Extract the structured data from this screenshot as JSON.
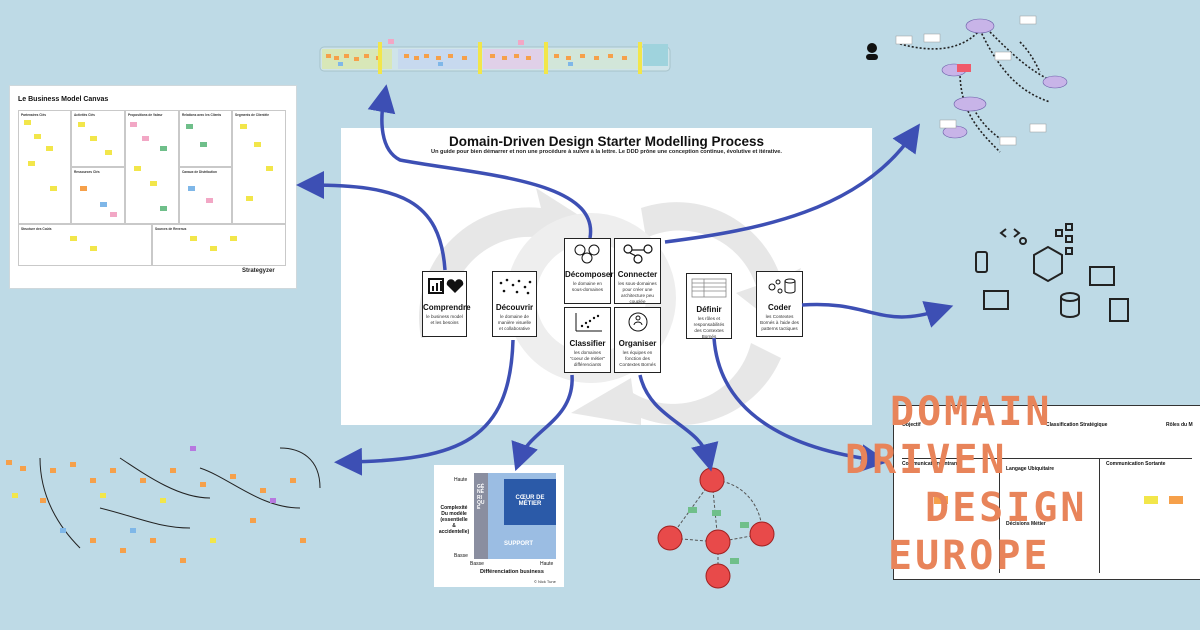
{
  "title": "Domain-Driven Design Starter Modelling Process",
  "subtitle": "Un guide pour bien démarrer et non une procédure à suivre à la lettre. Le DDD prône une conception continue, évolutive et itérative.",
  "steps": [
    {
      "title": "Comprendre",
      "desc": "le business model et les besoins",
      "icon": "chart-heart-icon"
    },
    {
      "title": "Découvrir",
      "desc": "le domaine de manière visuelle et collaborative",
      "icon": "dots-icon"
    },
    {
      "title": "Décomposer",
      "desc": "le domaine en sous-domaines",
      "icon": "circles-icon"
    },
    {
      "title": "Connecter",
      "desc": "les sous-domaines pour créer une architecture peu couplée",
      "icon": "network-icon"
    },
    {
      "title": "Classifier",
      "desc": "les domaines \"coeur de métier\" différenciants",
      "icon": "scatter-icon"
    },
    {
      "title": "Organiser",
      "desc": "les équipes en fonction des Contextes Bornés",
      "icon": "team-icon"
    },
    {
      "title": "Définir",
      "desc": "les rôles et responsabilités des Contextes Bornés",
      "icon": "table-icon"
    },
    {
      "title": "Coder",
      "desc": "les Contextes Bornés à l'aide des patterns tactiques",
      "icon": "code-icon"
    }
  ],
  "bmc": {
    "title": "Le Business Model Canvas",
    "cells": [
      "Partenaires Clés",
      "Activités Clés",
      "Propositions de Valeur",
      "Relations avec les Clients",
      "Segments de Clientèle",
      "Ressources Clés",
      "Canaux de Distribution",
      "Structure des Coûts",
      "Sources de Revenus"
    ],
    "brand": "Strategyzer"
  },
  "core_chart": {
    "ylabel": "Complexité Du modèle (essentielle & accidentelle)",
    "ytop": "Haute",
    "ybottom": "Basse",
    "xlabel": "Différenciation business",
    "xleft": "Basse",
    "xright": "Haute",
    "generic": "GÉNÉRIQUE",
    "core": "CŒUR DE MÉTIER",
    "support": "SUPPORT",
    "credit": "© Nick Tune"
  },
  "ddd_europe": {
    "lines": [
      "DOMAIN",
      "DRIVEN",
      "DESIGN",
      "EUROPE"
    ],
    "canvas_labels": [
      "Objectif",
      "Classification Stratégique",
      "Rôles du M",
      "Communication Entrante",
      "Langage Ubiquitaire",
      "Communication Sortante",
      "Décisions Métier"
    ]
  },
  "colors": {
    "background": "#bedae6",
    "arrow": "#3d4fb4",
    "ddd_orange": "#e8845a",
    "node_red": "#e84a4a"
  }
}
